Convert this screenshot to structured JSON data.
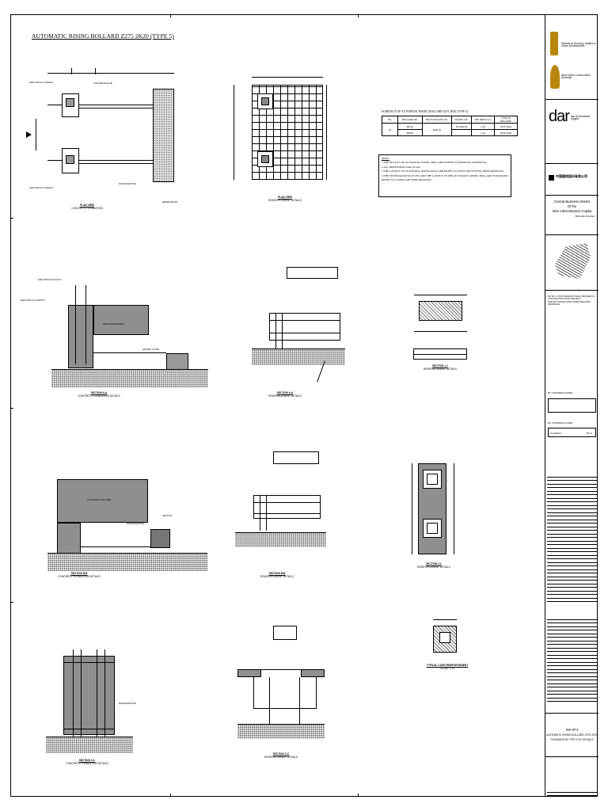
{
  "drawing": {
    "title": "AUTOMATIC RISING BOLLARD Z275 2K20 (TYPE 5)"
  },
  "schedule": {
    "title": "SCHEDULE OF AUTOMATIC RISING BOLLARD Z275 2K20 (TYPE 5)",
    "headers": [
      "NO.",
      "BOLLARD NO.",
      "BUILT-IN EQUIP. NO.",
      "FOUND. NO.",
      "TOP DEPTH (m)",
      "TYPE OF BOLLARD"
    ],
    "rows": [
      [
        "01",
        "BD-01",
        "EQP-01",
        "FOUND-01",
        "1.10",
        "Z275 2K20"
      ],
      [
        "",
        "BD-02",
        "",
        "",
        "1.10",
        "Z275 2K20"
      ]
    ]
  },
  "notes": {
    "heading": "NOTE:",
    "lines": [
      "1.THE DETAILS OF AUTOMATIC RISING BOLLARD REFER TO MATERIAL SUBMITTAL.",
      "2.ALL DIMENSIONS ARE IN mm.",
      "3.THE LAYOUT OF AUTOMATIC RISING BOLLARD REFER TO TELECOM SYSTEM SHOP DRAWINGS.",
      "4.THE FINISH GROUND LEVEL AND THE LAYOUT OF THE AUTOMATIC RISING BOLLARD FOUNDATION",
      "  REFER TO LANDSCAPE SHOP DRAWING."
    ]
  },
  "captions": {
    "plan": "PLAN VIEW",
    "plan_sub": "CONCRETE FOUNDATION",
    "plan_reinf": "PLAN VIEW",
    "plan_reinf_sub": "REINFORCEMENT DETAILS",
    "sec_aa": "SECTION A-A",
    "sec_aa_sub": "CONCRETE FOUNDATION DETAILS",
    "sec_aa_r": "SECTION A-A",
    "sec_aa_r_sub": "REINFORCEMENT DETAILS",
    "sec_11": "SECTION 1-1",
    "sec_11_sub": "REINFORCEMENT DETAILS",
    "sec_bb": "SECTION B-B",
    "sec_bb_sub": "CONCRETE FOUNDATION DETAILS",
    "sec_bb_r": "SECTION B-B",
    "sec_bb_r_sub": "REINFORCEMENT DETAILS",
    "sec_22": "SECTION 2-2",
    "sec_22_sub": "REINFORCEMENT DETAILS",
    "sec_cc": "SECTION C-C",
    "sec_cc_sub": "CONCRETE FOUNDATION DETAILS",
    "sec_cc_r": "SECTION C-C",
    "sec_cc_r_sub": "REINFORCEMENT DETAILS",
    "typical": "TYPICAL CAGE REINFORCEMENT",
    "scale": "SCALE 1:20"
  },
  "titleblock": {
    "client1": "Ministry of Housing, Utilities & Urban Development",
    "client2": "New Urban Communities Authority",
    "consultant_logo": "dar",
    "consultant_name": "Dar Al-Handasah (Egypt)",
    "contractor": "中国建筑股份有限公司",
    "project_line1": "Central Business District",
    "project_line2": "Of the",
    "project_line3": "New Administrative Capital",
    "project_sub": "CBD-NAC-PHASE 1",
    "notes_text": "NOTE: 1) THIS DRAWING SHALL BE READ IN CONJUNCTION WITH PROJECT SPECIFICATIONS AND OTHER RELATED DRAWINGS.",
    "concrete_grade": "RC CONCRETE GRADE",
    "cover_title": "RC CONCRETE COVER",
    "cover_row": "Foundations",
    "cover_val": "50mm",
    "drawing_no": "INF-FP1",
    "drawing_title1": "AUTOMATIC RISING BOLLARD Z275 2K20",
    "drawing_title2": "FOUNDATION TYPE 5 RC DETAILS"
  }
}
